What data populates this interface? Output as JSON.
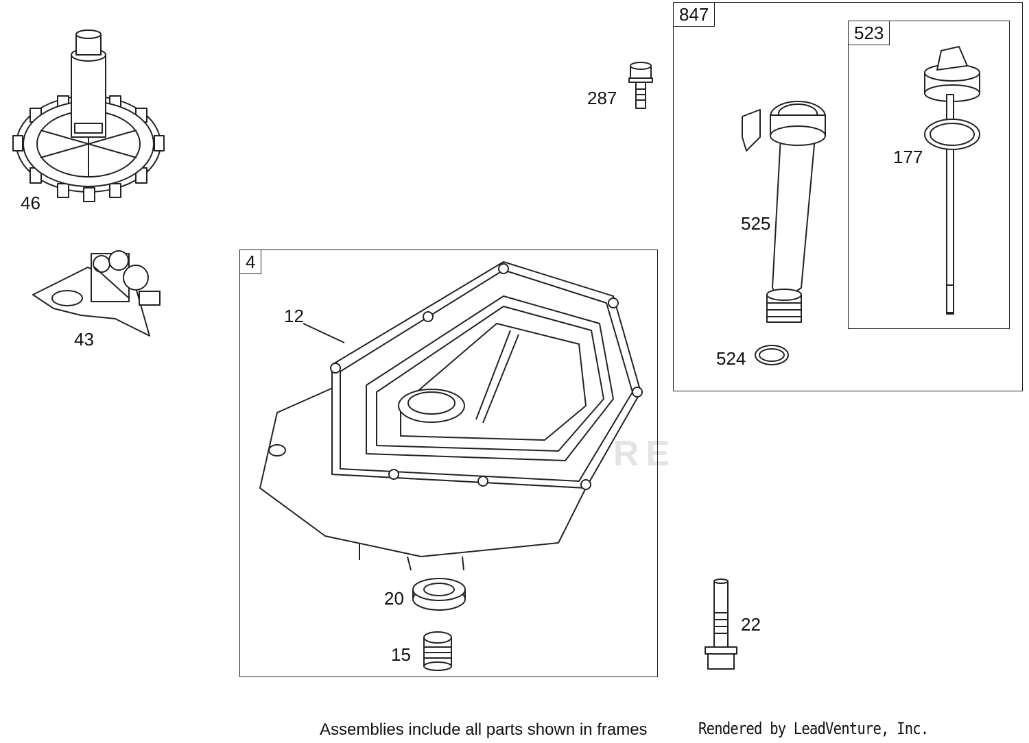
{
  "frames": {
    "crankcase": "4",
    "oil_fill": "847",
    "dipstick": "523"
  },
  "parts": {
    "p46": "46",
    "p43": "43",
    "p287": "287",
    "p12": "12",
    "p20": "20",
    "p15": "15",
    "p22": "22",
    "p525": "525",
    "p524": "524",
    "p177": "177"
  },
  "footer": {
    "note": "Assemblies include all parts shown in frames",
    "credit": "Rendered by LeadVenture, Inc."
  },
  "watermark": "LEADVENTURE"
}
